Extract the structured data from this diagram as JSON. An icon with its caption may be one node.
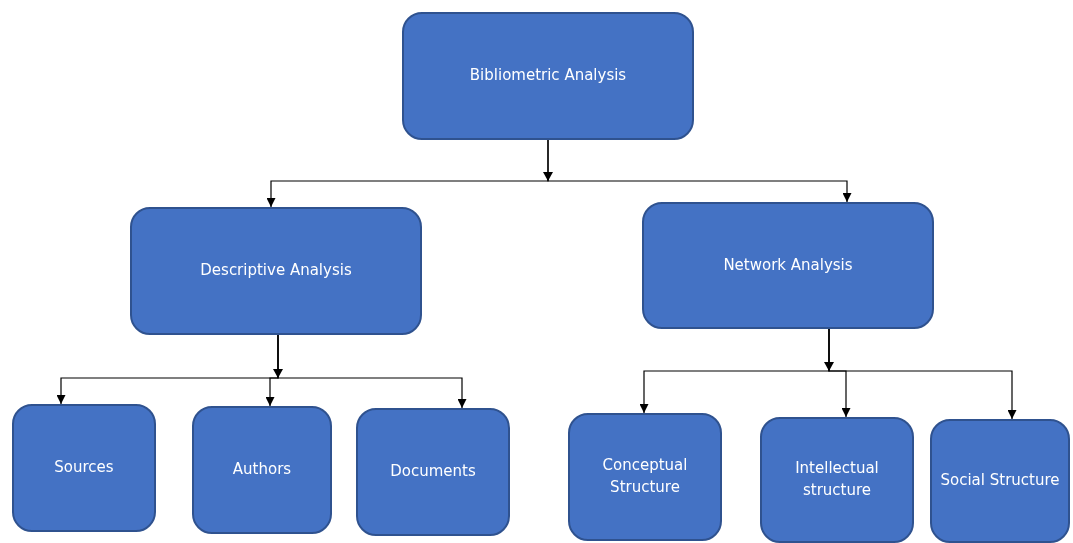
{
  "diagram": {
    "nodes": [
      {
        "text": [
          "Bibliometric Analysis"
        ]
      },
      {
        "text": [
          "Descriptive Analysis"
        ]
      },
      {
        "text": [
          "Network Analysis"
        ]
      },
      {
        "text": [
          "Sources"
        ]
      },
      {
        "text": [
          "Authors"
        ]
      },
      {
        "text": [
          "Documents"
        ]
      },
      {
        "text": [
          "Conceptual Structure"
        ]
      },
      {
        "text": [
          "Intellectual structure"
        ]
      },
      {
        "text": [
          "Social Structure"
        ]
      }
    ],
    "edges": [
      {
        "from": 0,
        "to": 1,
        "arrow": "to"
      },
      {
        "from": 0,
        "to": 2,
        "arrow": "to"
      },
      {
        "from": 1,
        "to": 3,
        "arrow": "to"
      },
      {
        "from": 1,
        "to": 4,
        "arrow": "to"
      },
      {
        "from": 1,
        "to": 5,
        "arrow": "to"
      },
      {
        "from": 2,
        "to": 6,
        "arrow": "to"
      },
      {
        "from": 2,
        "to": 7,
        "arrow": "to"
      },
      {
        "from": 2,
        "to": 8,
        "arrow": "to"
      }
    ]
  }
}
